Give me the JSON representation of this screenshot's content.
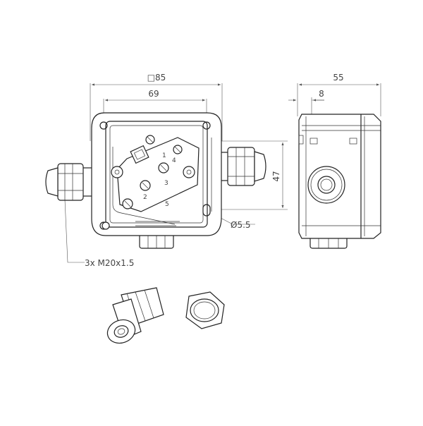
{
  "dimensions": {
    "width_total": "□85",
    "hole_spacing_h": "69",
    "depth_total": "55",
    "lid_depth": "8",
    "hole_spacing_v": "47",
    "hole_diameter": "Ø5.5",
    "gland_callout": "3x M20x1.5"
  },
  "terminal_labels": [
    "1",
    "2",
    "3",
    "4",
    "5"
  ],
  "colors": {
    "line": "#222222",
    "dim_line": "#555555",
    "text": "#444444",
    "background": "#ffffff"
  }
}
